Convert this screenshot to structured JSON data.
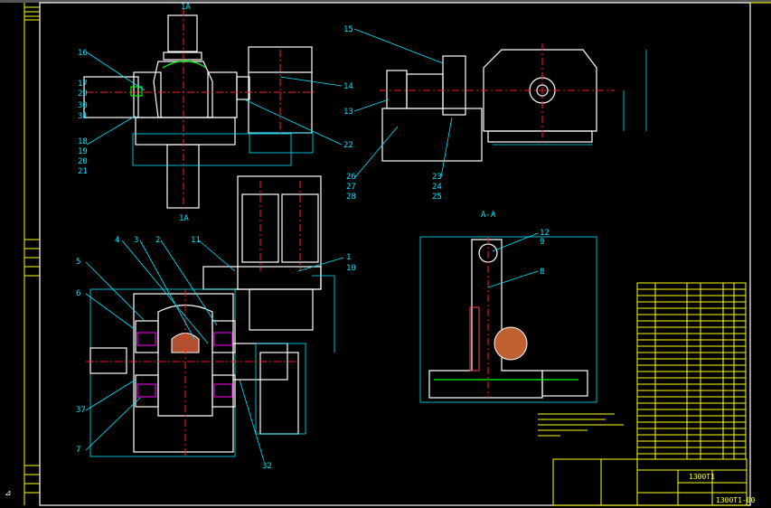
{
  "drawing": {
    "title": "1300T1",
    "drawing_number": "1300T1-00",
    "section_label": "A-A",
    "section_marks": [
      "1A",
      "1A"
    ]
  },
  "labels": [
    "16",
    "17",
    "29",
    "30",
    "31",
    "18",
    "19",
    "20",
    "21",
    "14",
    "22",
    "15",
    "13",
    "26",
    "27",
    "28",
    "23",
    "24",
    "25",
    "12",
    "9",
    "8",
    "11",
    "1",
    "10",
    "2",
    "3",
    "4",
    "5",
    "6",
    "7",
    "37",
    "32"
  ],
  "colors": {
    "background": "#000000",
    "outline": "#ffffff",
    "dimension": "#00e5ff",
    "centerline": "#ff2020",
    "title_block": "#ffff00",
    "detail": "#00ff00"
  }
}
